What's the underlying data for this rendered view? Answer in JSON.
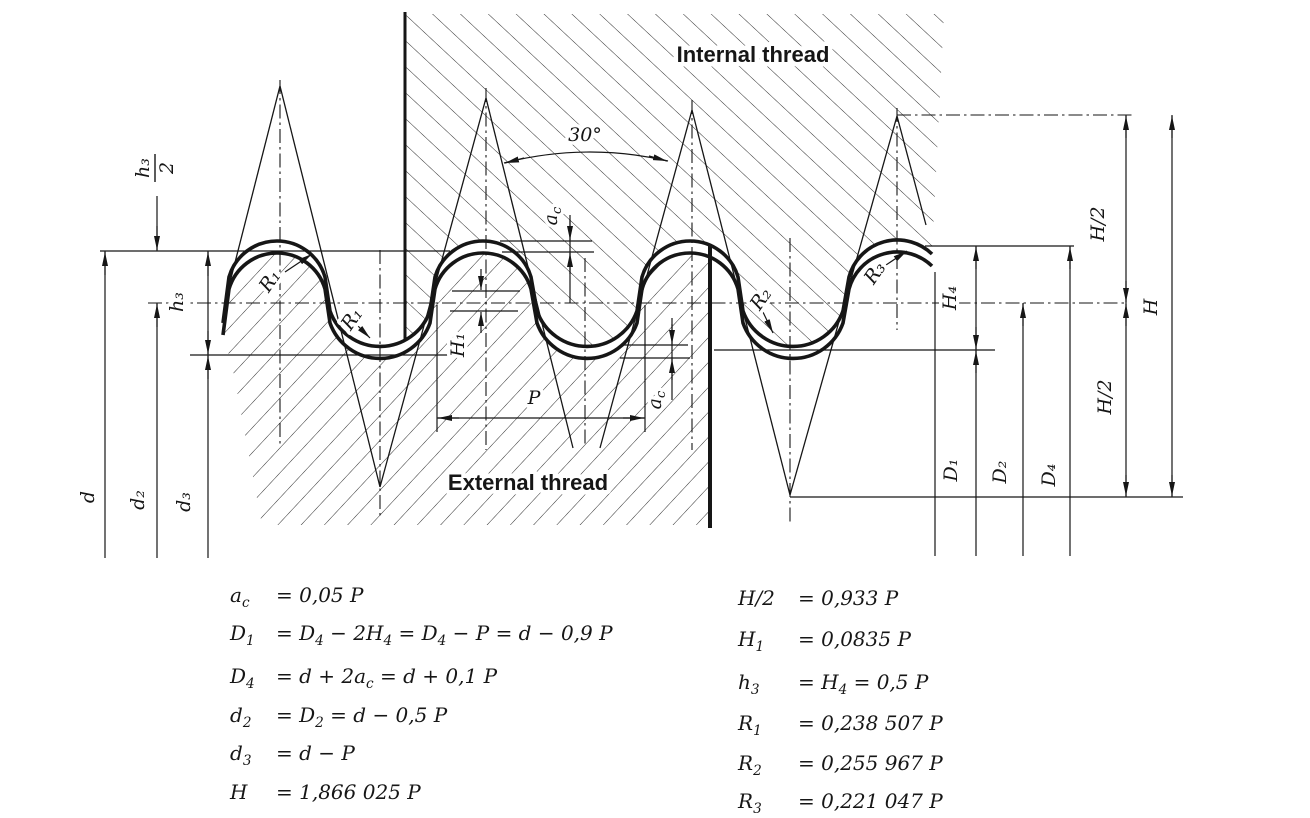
{
  "colors": {
    "ink": "#161616",
    "hatch": "#2e2e2e",
    "background": "#ffffff"
  },
  "diagram": {
    "region_labels": {
      "internal": "Internal thread",
      "external": "External thread"
    },
    "angle_label": "30°",
    "labels": {
      "d": "d",
      "d2": "d₂",
      "d3": "d₃",
      "h3": "h₃",
      "h3_frac_num": "h₃",
      "h3_frac_den": "2",
      "ac_main": "a",
      "ac_sub": "c",
      "H1": "H₁",
      "P": "P",
      "R1": "R₁",
      "R1b": "R₁",
      "R2": "R₂",
      "R3": "R₃",
      "H4": "H₄",
      "D1": "D₁",
      "D2": "D₂",
      "D4": "D₄",
      "H_half_top": "H/2",
      "H_half_bottom": "H/2",
      "H": "H"
    }
  },
  "formulas": {
    "left": [
      {
        "lhs": "a_{c}",
        "rhs": "= 0,05 P"
      },
      {
        "lhs": "D_{1}",
        "rhs": "= D_{4} − 2H_{4} = D_{4} − P = d − 0,9 P"
      },
      {
        "lhs": "D_{4}",
        "rhs": "= d + 2a_{c} = d + 0,1 P"
      },
      {
        "lhs": "d_{2}",
        "rhs": "= D_{2} = d − 0,5 P"
      },
      {
        "lhs": "d_{3}",
        "rhs": "= d − P"
      },
      {
        "lhs": "H",
        "rhs": "= 1,866 025 P"
      }
    ],
    "right": [
      {
        "lhs": "H/2",
        "rhs": "= 0,933 P"
      },
      {
        "lhs": "H_{1}",
        "rhs": "= 0,0835 P"
      },
      {
        "lhs": "h_{3}",
        "rhs": "= H_{4} = 0,5 P"
      },
      {
        "lhs": "R_{1}",
        "rhs": "= 0,238 507 P"
      },
      {
        "lhs": "R_{2}",
        "rhs": "= 0,255 967 P"
      },
      {
        "lhs": "R_{3}",
        "rhs": "= 0,221 047 P"
      }
    ]
  }
}
